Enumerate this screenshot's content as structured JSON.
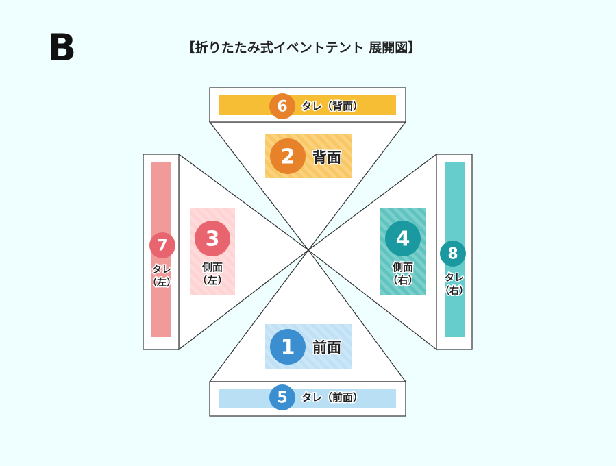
{
  "section_letter": "B",
  "title": "【折りたたみ式イベントテント 展開図】",
  "colors": {
    "back": "#f5be35",
    "back_circle": "#e8822a",
    "left": "#f09a9a",
    "left_circle": "#e8656f",
    "right": "#66cccc",
    "right_circle": "#1a9aa0",
    "front": "#b9dff5",
    "front_circle": "#3b8fd1"
  },
  "panels": {
    "front": {
      "number": "1",
      "label": "前面"
    },
    "back": {
      "number": "2",
      "label": "背面"
    },
    "side_left": {
      "number": "3",
      "label_line1": "側面",
      "label_line2": "（左）"
    },
    "side_right": {
      "number": "4",
      "label_line1": "側面",
      "label_line2": "（右）"
    },
    "valance_front": {
      "number": "5",
      "label": "タレ（前面）"
    },
    "valance_back": {
      "number": "6",
      "label": "タレ（背面）"
    },
    "valance_left": {
      "number": "7",
      "label_line1": "タレ",
      "label_line2": "（左）"
    },
    "valance_right": {
      "number": "8",
      "label_line1": "タレ",
      "label_line2": "（右）"
    }
  }
}
